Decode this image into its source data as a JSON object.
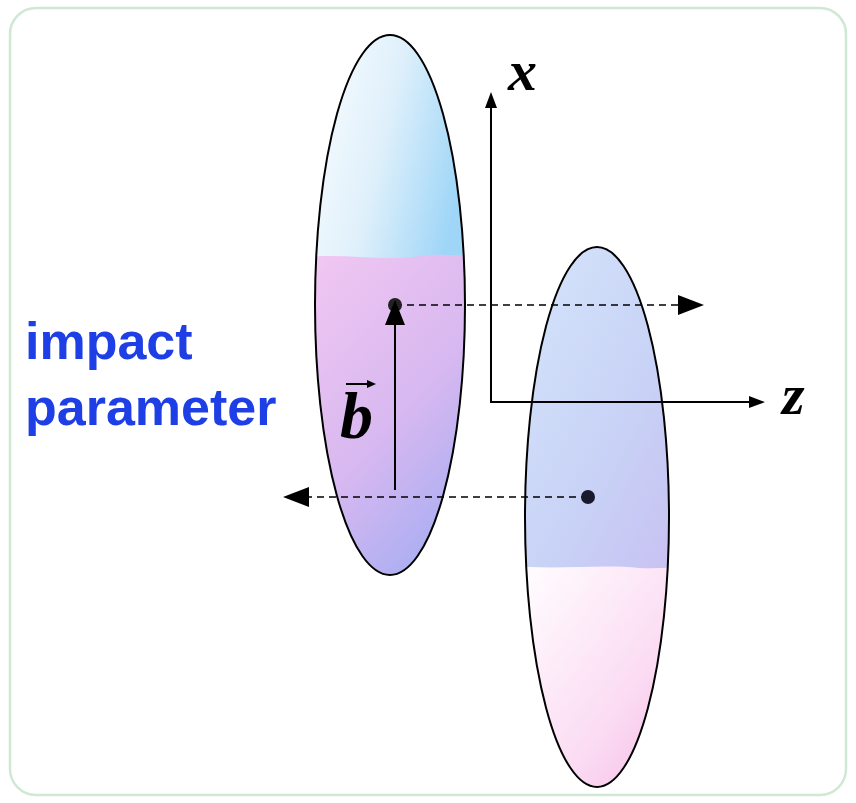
{
  "diagram": {
    "labels": [
      "x",
      "impact parameter",
      "b",
      "z"
    ]
  }
}
